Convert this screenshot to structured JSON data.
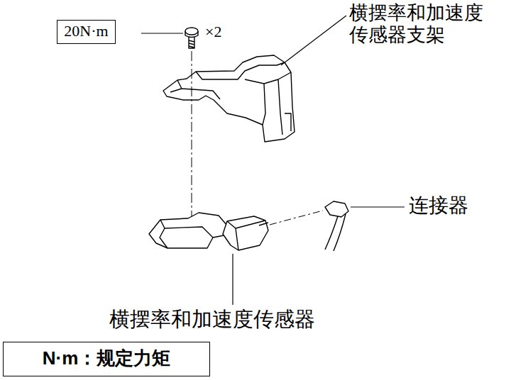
{
  "diagram": {
    "nodes": [
      {
        "text": [
          "20N·m"
        ]
      },
      {
        "text": [
          "N·m：规定力矩"
        ]
      }
    ],
    "labels": [
      "×2",
      "横摆率和加速度 传感器支架",
      "连接器",
      "横摆率和加速度传感器"
    ]
  }
}
